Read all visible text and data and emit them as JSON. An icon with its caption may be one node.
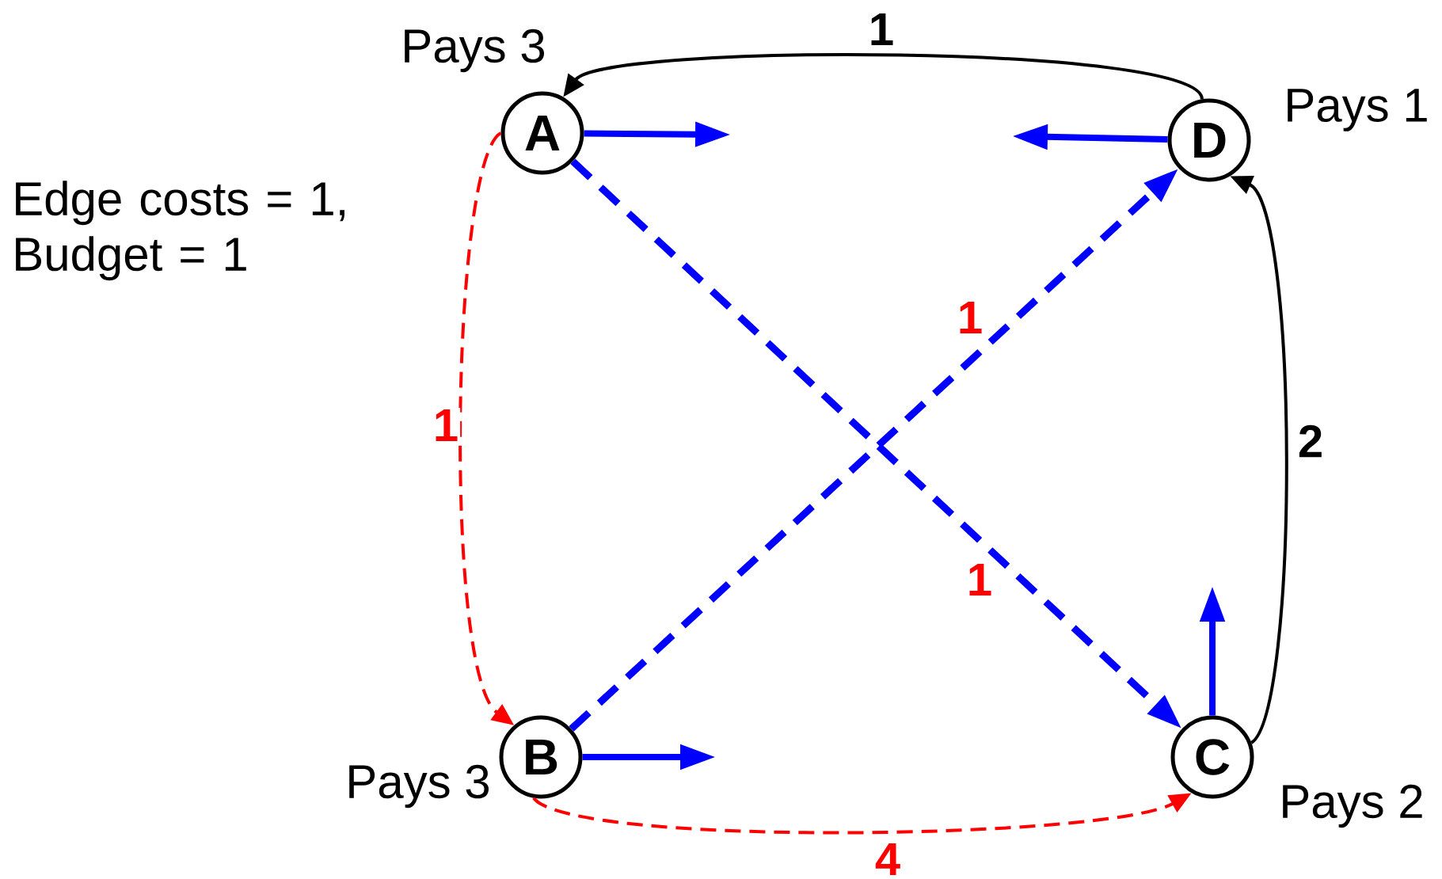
{
  "diagram": {
    "nodes": [
      {
        "text": [
          "A"
        ],
        "beside": [
          "Pays 3"
        ]
      },
      {
        "text": [
          "D"
        ],
        "beside": [
          "Pays 1"
        ]
      },
      {
        "text": [
          "B"
        ],
        "beside": [
          "Pays 3"
        ]
      },
      {
        "text": [
          "C"
        ],
        "beside": [
          "Pays 2"
        ]
      }
    ],
    "edges": [
      {
        "from": 1,
        "to": 0,
        "arrow": "to",
        "label": "1",
        "color": "#000000"
      },
      {
        "from": 3,
        "to": 1,
        "arrow": "to",
        "label": "2",
        "color": "#000000"
      },
      {
        "from": 0,
        "to": 2,
        "arrow": "to",
        "label": "1",
        "style": "dashed",
        "color": "#ff0000"
      },
      {
        "from": 2,
        "to": 3,
        "arrow": "to",
        "label": "4",
        "style": "dashed",
        "color": "#ff0000"
      },
      {
        "from": 0,
        "to": 3,
        "arrow": "to",
        "label": "1",
        "style": "dashed"
      },
      {
        "from": 2,
        "to": 1,
        "arrow": "to",
        "label": "1",
        "style": "dashed"
      },
      {
        "from": 0,
        "to": null,
        "arrow": "to"
      },
      {
        "from": 1,
        "to": null,
        "arrow": "to"
      },
      {
        "from": 2,
        "to": null,
        "arrow": "to"
      },
      {
        "from": 3,
        "to": null,
        "arrow": "to"
      }
    ],
    "labels": [
      "Edge costs = 1, Budget = 1"
    ]
  }
}
